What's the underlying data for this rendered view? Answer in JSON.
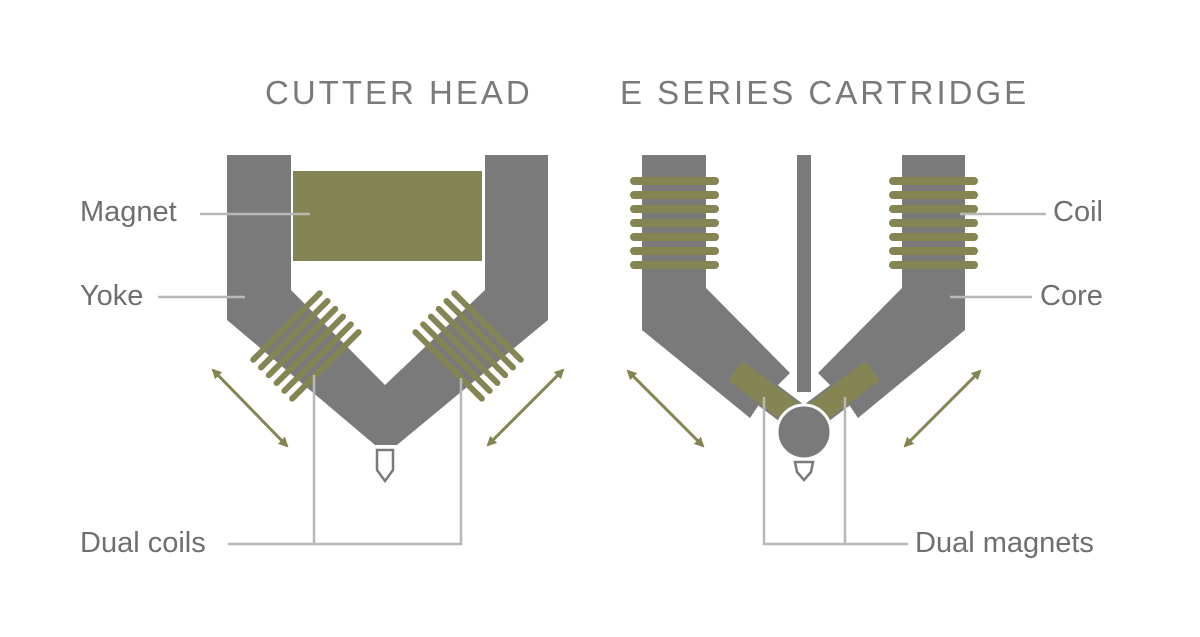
{
  "colors": {
    "background": "#ffffff",
    "metal_gray": "#7a7a7a",
    "olive": "#848552",
    "leader_line": "#b8b8b8",
    "text": "#6f6f6f",
    "title_text": "#7a7a7a"
  },
  "cutter_head": {
    "title": "CUTTER HEAD",
    "labels": {
      "magnet": "Magnet",
      "yoke": "Yoke",
      "dual_coils": "Dual coils"
    }
  },
  "e_series_cartridge": {
    "title": "E SERIES CARTRIDGE",
    "labels": {
      "coil": "Coil",
      "core": "Core",
      "dual_magnets": "Dual magnets"
    }
  }
}
